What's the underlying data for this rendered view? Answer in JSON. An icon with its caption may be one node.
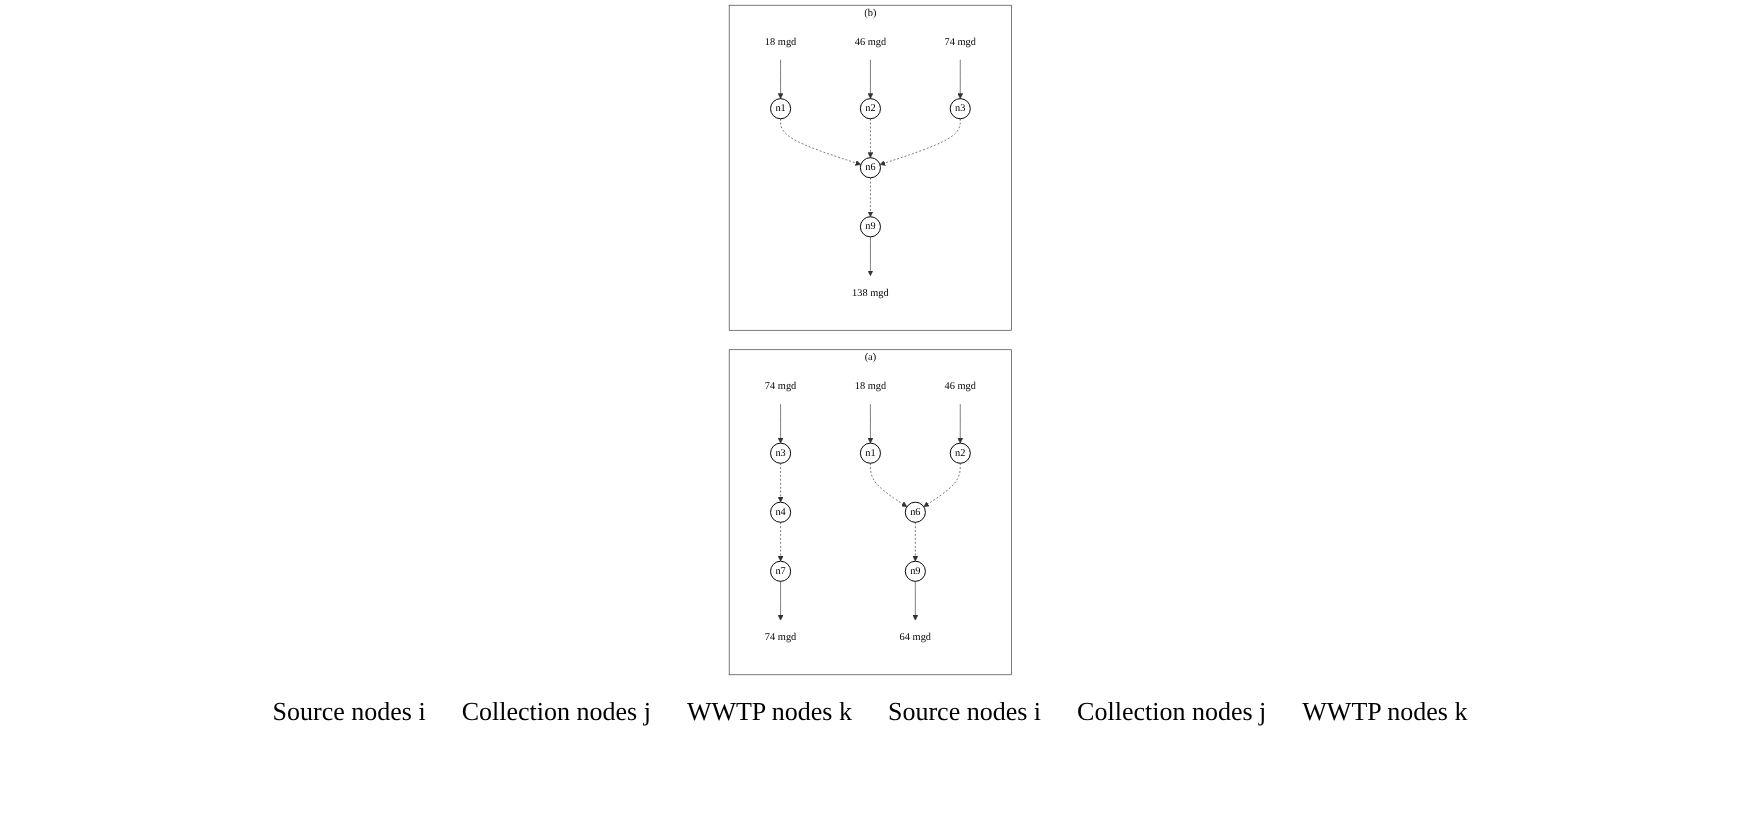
{
  "diagram": {
    "nodes": [
      {
        "text": [
          "(a)"
        ]
      },
      {
        "text": [
          "18 mgd"
        ],
        "in": 0
      },
      {
        "text": [
          "46 mgd"
        ],
        "in": 0
      },
      {
        "text": [
          "74 mgd"
        ],
        "in": 0
      },
      {
        "text": [
          "n1"
        ],
        "in": 0
      },
      {
        "text": [
          "n2"
        ],
        "in": 0
      },
      {
        "text": [
          "n3"
        ],
        "in": 0
      },
      {
        "text": [
          "n4"
        ],
        "in": 0
      },
      {
        "text": [
          "n6"
        ],
        "in": 0
      },
      {
        "text": [
          "n7"
        ],
        "in": 0
      },
      {
        "text": [
          "n9"
        ],
        "in": 0
      },
      {
        "text": [
          "74 mgd"
        ],
        "in": 0
      },
      {
        "text": [
          "64 mgd"
        ],
        "in": 0
      },
      {
        "text": [
          "(b)"
        ]
      },
      {
        "text": [
          "18 mgd"
        ],
        "in": 13
      },
      {
        "text": [
          "46 mgd"
        ],
        "in": 13
      },
      {
        "text": [
          "74 mgd"
        ],
        "in": 13
      },
      {
        "text": [
          "n1"
        ],
        "in": 13
      },
      {
        "text": [
          "n2"
        ],
        "in": 13
      },
      {
        "text": [
          "n3"
        ],
        "in": 13
      },
      {
        "text": [
          "n6"
        ],
        "in": 13
      },
      {
        "text": [
          "n9"
        ],
        "in": 13
      },
      {
        "text": [
          "138 mgd"
        ],
        "in": 13
      }
    ],
    "edges": [
      {
        "from": 1,
        "to": 4,
        "arrow": "to"
      },
      {
        "from": 2,
        "to": 5,
        "arrow": "to"
      },
      {
        "from": 3,
        "to": 6,
        "arrow": "to"
      },
      {
        "from": 4,
        "to": 8,
        "arrow": "to",
        "style": "dashed"
      },
      {
        "from": 5,
        "to": 8,
        "arrow": "to",
        "style": "dashed"
      },
      {
        "from": 6,
        "to": 7,
        "arrow": "to",
        "style": "dashed"
      },
      {
        "from": 7,
        "to": 9,
        "arrow": "to",
        "style": "dashed"
      },
      {
        "from": 8,
        "to": 10,
        "arrow": "to",
        "style": "dashed"
      },
      {
        "from": 9,
        "to": 11,
        "arrow": "to"
      },
      {
        "from": 10,
        "to": 12,
        "arrow": "to"
      },
      {
        "from": 14,
        "to": 17,
        "arrow": "to"
      },
      {
        "from": 15,
        "to": 18,
        "arrow": "to"
      },
      {
        "from": 16,
        "to": 19,
        "arrow": "to"
      },
      {
        "from": 17,
        "to": 20,
        "arrow": "to",
        "style": "dashed"
      },
      {
        "from": 18,
        "to": 20,
        "arrow": "to",
        "style": "dashed"
      },
      {
        "from": 19,
        "to": 20,
        "arrow": "to",
        "style": "dashed"
      },
      {
        "from": 20,
        "to": 21,
        "arrow": "to",
        "style": "dashed"
      },
      {
        "from": 21,
        "to": 22,
        "arrow": "to"
      }
    ],
    "labels": [
      "Source nodes i",
      "Collection nodes j",
      "WWTP nodes k",
      "Source nodes i",
      "Collection nodes j",
      "WWTP nodes k"
    ]
  }
}
